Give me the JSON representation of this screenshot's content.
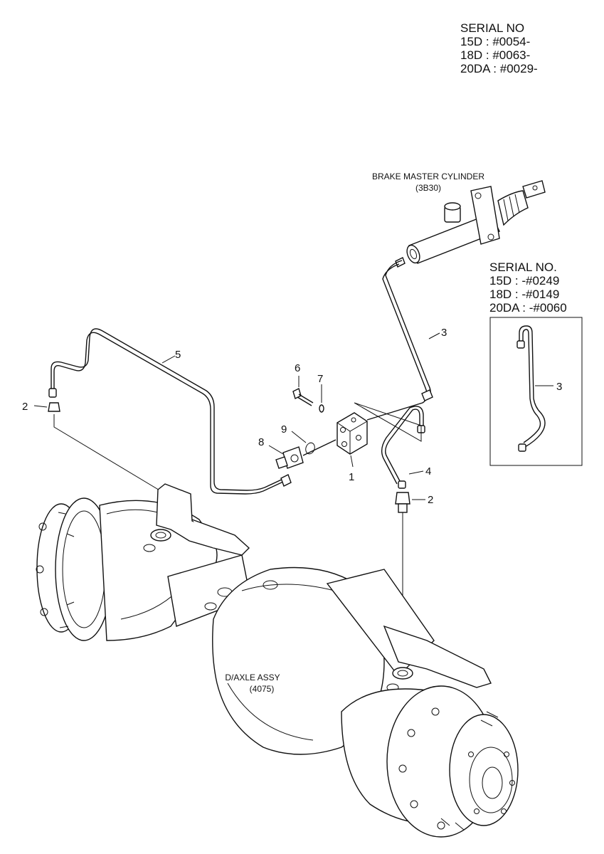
{
  "serial_top": {
    "heading": "SERIAL NO",
    "lines": [
      "15D : #0054-",
      "18D : #0063-",
      "20DA : #0029-"
    ]
  },
  "serial_inset": {
    "heading": "SERIAL NO.",
    "lines": [
      "15D : -#0249",
      "18D : -#0149",
      "20DA : -#0060"
    ]
  },
  "labels": {
    "master_cylinder": "BRAKE MASTER CYLINDER",
    "master_cylinder_code": "(3B30)",
    "axle": "D/AXLE ASSY",
    "axle_code": "(4075)"
  },
  "callouts": {
    "c1": "1",
    "c2_left": "2",
    "c2_right": "2",
    "c3": "3",
    "c3_inset": "3",
    "c4": "4",
    "c5": "5",
    "c6": "6",
    "c7": "7",
    "c8": "8",
    "c9": "9"
  }
}
